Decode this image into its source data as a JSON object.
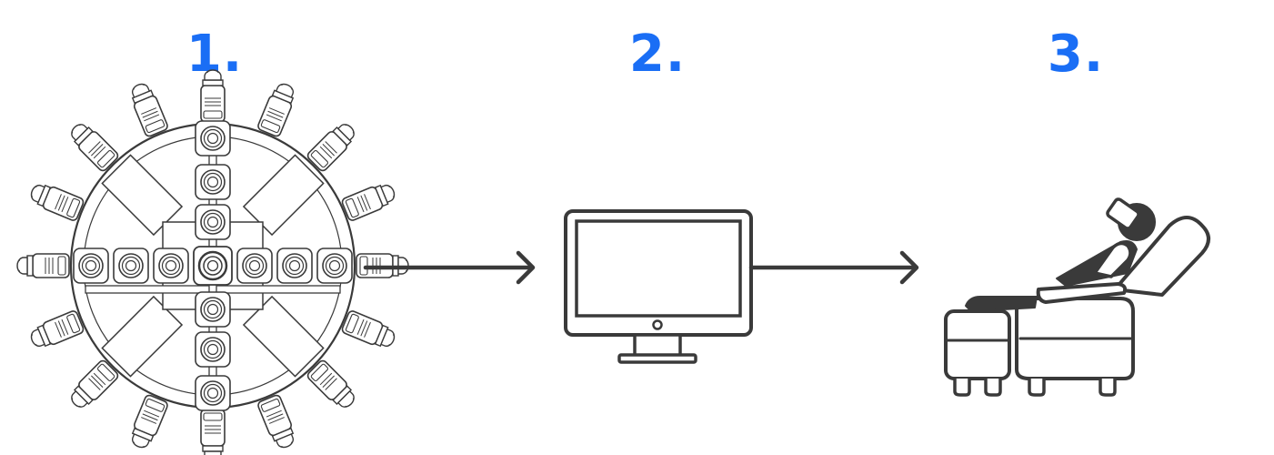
{
  "steps": [
    {
      "number": "1.",
      "icon": "camera-rig-icon"
    },
    {
      "number": "2.",
      "icon": "monitor-icon"
    },
    {
      "number": "3.",
      "icon": "vr-recliner-icon"
    }
  ],
  "connectors": [
    "arrow-right-icon",
    "arrow-right-icon"
  ],
  "colors": {
    "accent": "#1a6ef5",
    "line": "#3a3a3a",
    "fill_light": "#ffffff",
    "fill_dark": "#3a3a3a",
    "gray": "#888888"
  }
}
